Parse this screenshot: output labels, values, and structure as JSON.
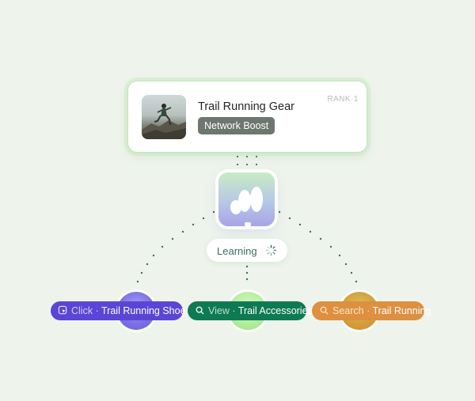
{
  "product_card": {
    "title": "Trail Running Gear",
    "badge": "Network Boost",
    "rank": "RANK·1",
    "image": "trail-runner-photo"
  },
  "status": {
    "label": "Learning",
    "spinner_icon": "loading-spinner-icon"
  },
  "signals": [
    {
      "verb": "Click",
      "separator": "·",
      "term": "Trail Running Shoes",
      "icon": "cursor-click-icon",
      "color": "#5b45d6"
    },
    {
      "verb": "View",
      "separator": "·",
      "term": "Trail Accessories",
      "icon": "search-icon",
      "color": "#0e7a54"
    },
    {
      "verb": "Search",
      "separator": "·",
      "term": "Trail Running",
      "icon": "search-icon",
      "color": "#dc9040"
    }
  ],
  "colors": {
    "background": "#eef4ec",
    "card_border": "#bfe6b8",
    "badge": "#6e7670",
    "learning_text": "#3f6b62"
  }
}
